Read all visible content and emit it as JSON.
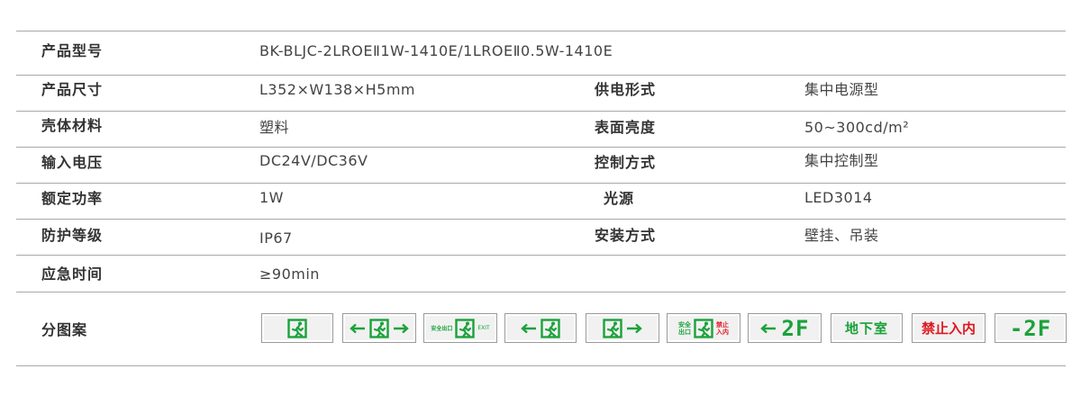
{
  "rows": [
    {
      "label1": "产品型号",
      "value1": "BK-BLJC-2LROEⅡ1W-1410E/1LROEⅡ0.5W-1410E",
      "label2": "",
      "value2": ""
    },
    {
      "label1": "产品尺寸",
      "value1": "L352×W138×H5mm",
      "label2": "供电形式",
      "value2": "集中电源型"
    },
    {
      "label1": "壳体材料",
      "value1": "塑料",
      "label2": "表面亮度",
      "value2": "50~300cd/m²"
    },
    {
      "label1": "输入电压",
      "value1": "DC24V/DC36V",
      "label2": "控制方式",
      "value2": "集中控制型"
    },
    {
      "label1": "额定功率",
      "value1": "1W",
      "label2": "光源",
      "value2": "LED3014"
    },
    {
      "label1": "防护等级",
      "value1": "IP67",
      "label2": "安装方式",
      "value2": "壁挂、吊装"
    },
    {
      "label1": "应急时间",
      "value1": "≥90min",
      "label2": "",
      "value2": ""
    }
  ],
  "diagrams": {
    "label": "分图案",
    "sign_safe_exit_small": "安全出口",
    "sign_exit": "EXIT",
    "sign_safe_exit_stacked_1": "安全",
    "sign_safe_exit_stacked_2": "出口",
    "sign_no_entry_stacked_1": "禁止",
    "sign_no_entry_stacked_2": "入内",
    "sign_floor_up": "2F",
    "sign_basement": "地下室",
    "sign_no_entry": "禁止入内",
    "sign_floor_down": "-2F",
    "colors": {
      "green": "#1aa23a",
      "red": "#e0171f",
      "rule": "#a8a8a8"
    }
  }
}
